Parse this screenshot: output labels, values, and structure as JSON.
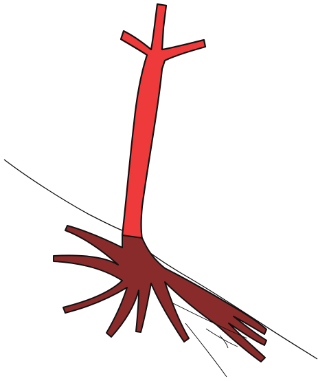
{
  "colors": {
    "background": "#ffffff",
    "trunk": "#ee3a3a",
    "root_mass": "#8a2b2b",
    "outline": "#111111",
    "ground_line": "#111111"
  },
  "parts": [
    "upper-trunk",
    "left-branch",
    "right-branch",
    "root-mass",
    "ground-line"
  ]
}
